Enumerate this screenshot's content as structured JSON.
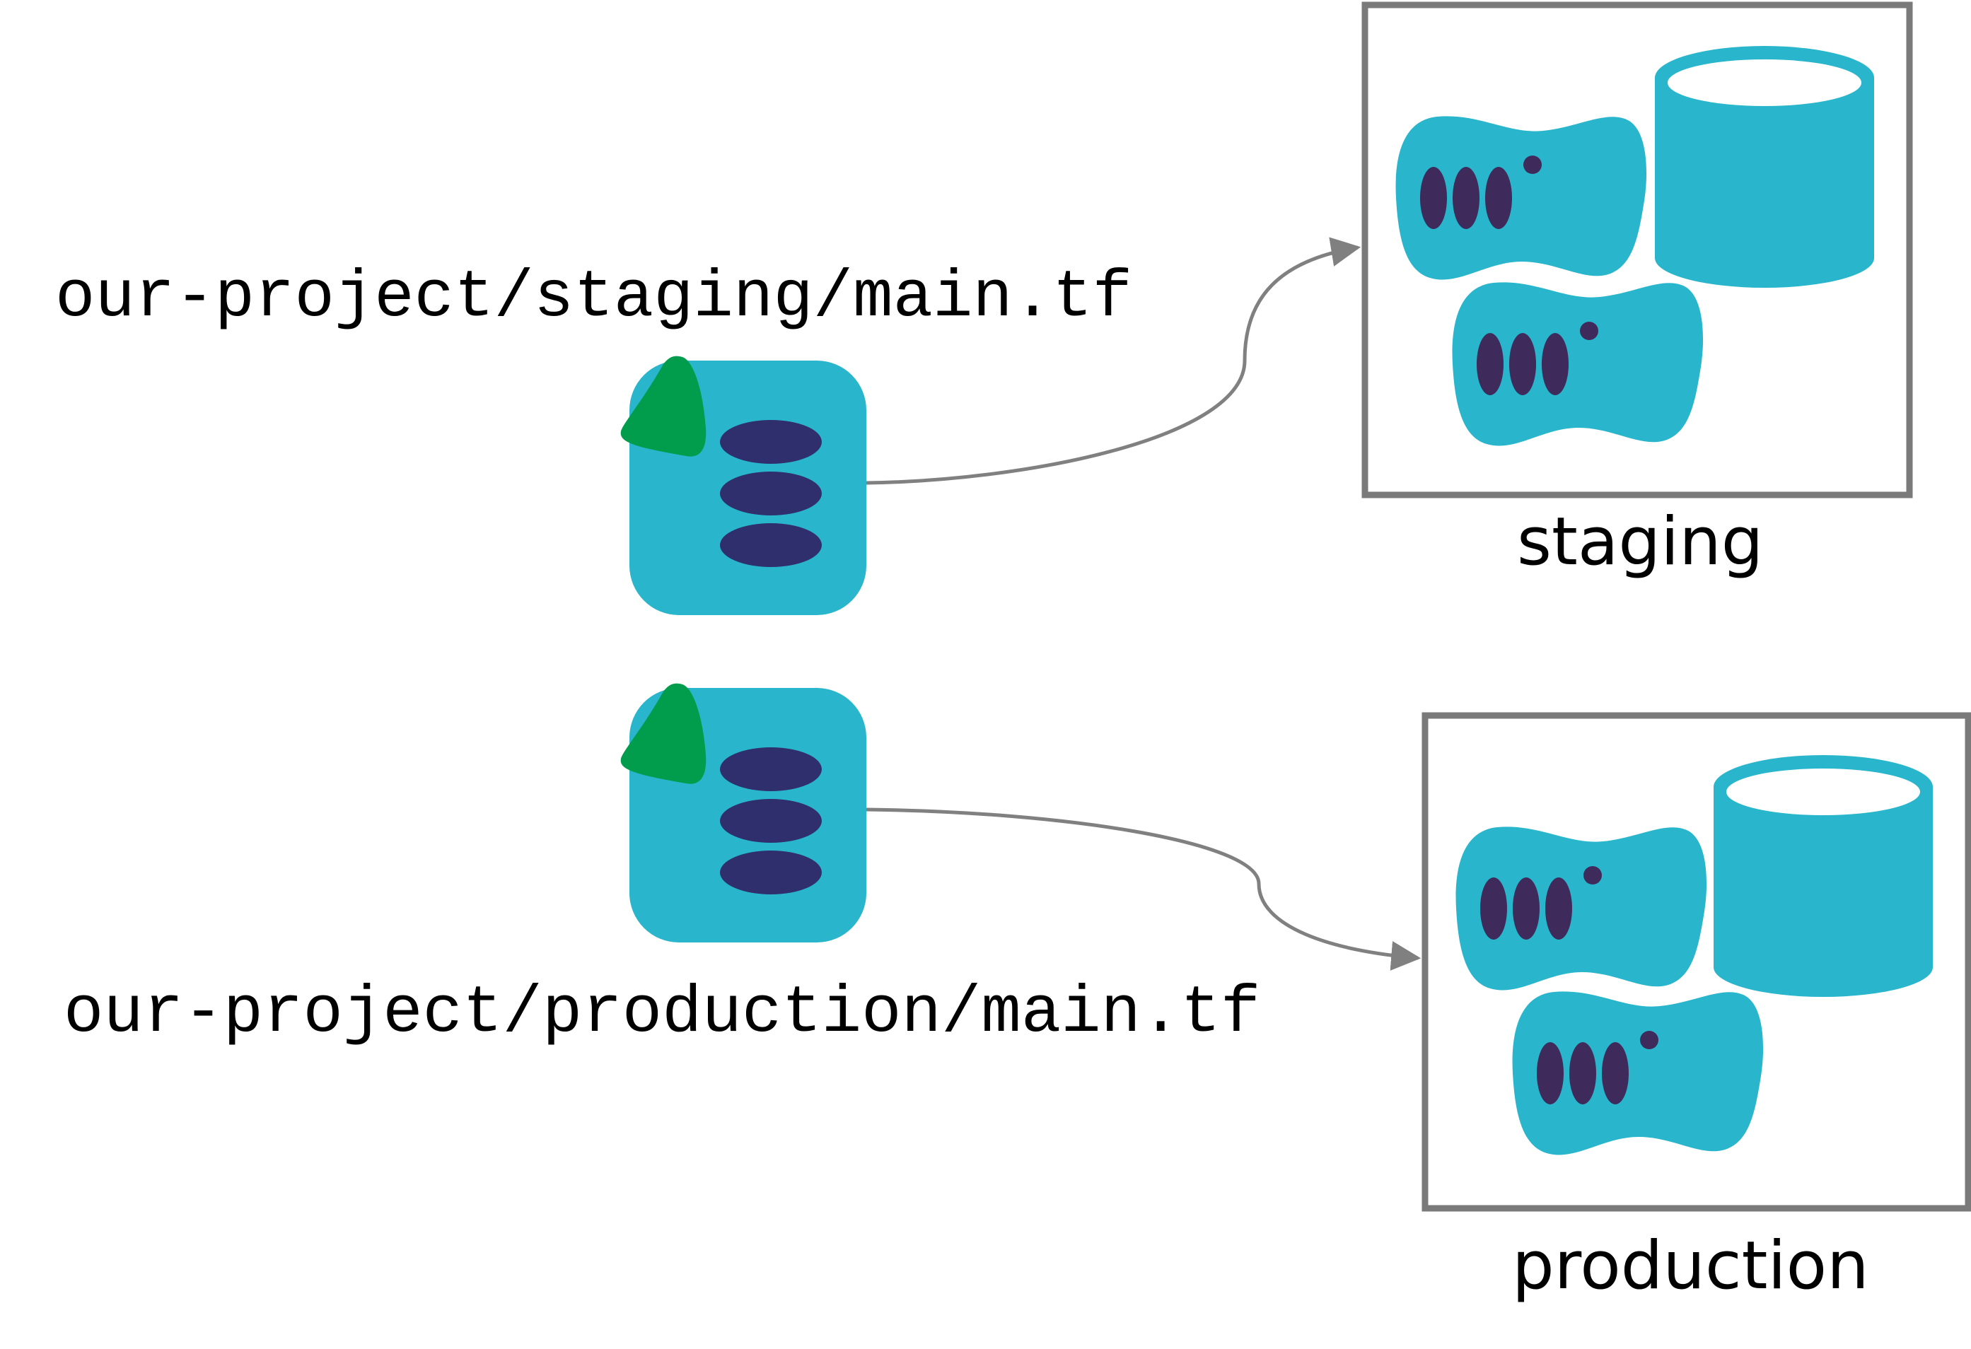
{
  "config_files": [
    {
      "path": "our-project/staging/main.tf"
    },
    {
      "path": "our-project/production/main.tf"
    }
  ],
  "environments": [
    {
      "label": "staging"
    },
    {
      "label": "production"
    }
  ],
  "colors": {
    "teal": "#29b6cc",
    "navy": "#2f2f6e",
    "plum": "#3f2a5c",
    "green": "#019d4c",
    "frame_gray": "#7a7a7a",
    "arrow_gray": "#808080",
    "text": "#000000"
  },
  "icons": {
    "config_file": "terraform-file-icon",
    "server": "server-icon",
    "database": "database-icon"
  }
}
